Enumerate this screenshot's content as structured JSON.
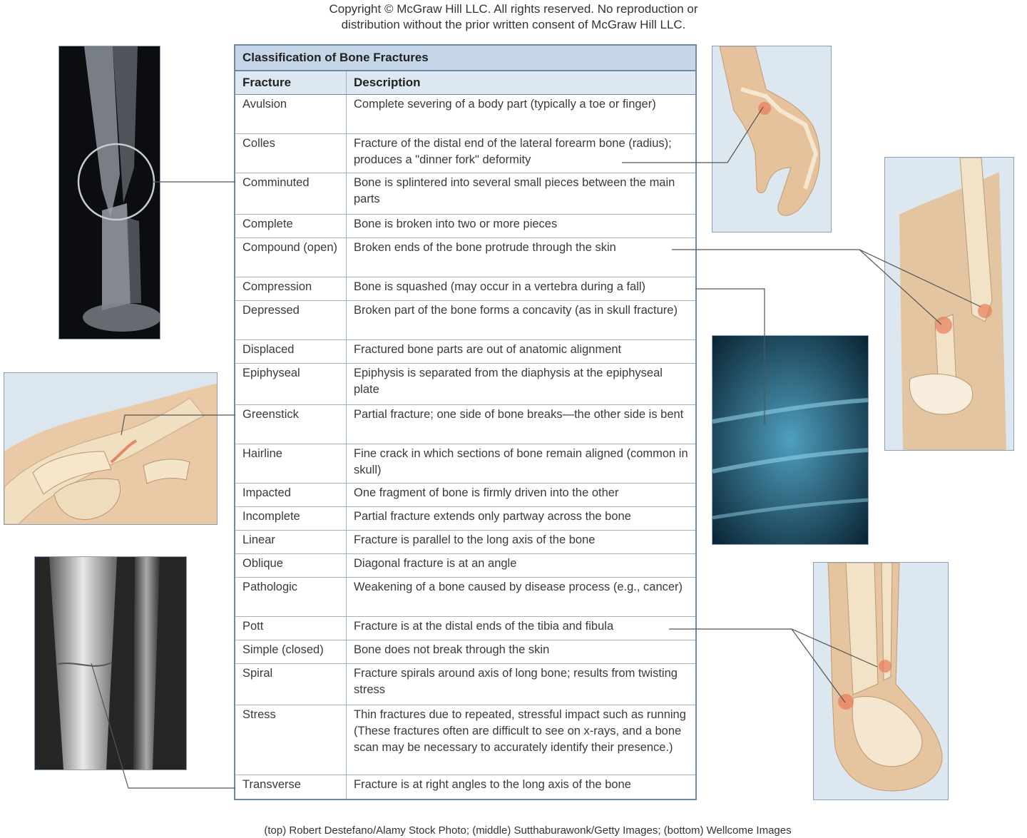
{
  "copyright": {
    "line1": "Copyright © McGraw Hill LLC. All rights reserved. No reproduction or",
    "line2": "distribution without the prior written consent of McGraw Hill LLC."
  },
  "table": {
    "title": "Classification of Bone Fractures",
    "col_fracture": "Fracture",
    "col_description": "Description",
    "rows": [
      {
        "fracture": "Avulsion",
        "description": "Complete severing of a body part (typically a toe or finger)"
      },
      {
        "fracture": "Colles",
        "description": "Fracture of the distal end of the lateral forearm bone (radius); produces a \"dinner fork\" deformity"
      },
      {
        "fracture": "Comminuted",
        "description": "Bone is splintered into several small pieces between the main parts"
      },
      {
        "fracture": "Complete",
        "description": "Bone is broken into two or more pieces"
      },
      {
        "fracture": "Compound (open)",
        "description": "Broken ends of the bone protrude through the skin"
      },
      {
        "fracture": "Compression",
        "description": "Bone is squashed (may occur in a vertebra during a fall)"
      },
      {
        "fracture": "Depressed",
        "description": "Broken part of the bone forms a concavity (as in skull fracture)"
      },
      {
        "fracture": "Displaced",
        "description": "Fractured bone parts are out of anatomic alignment"
      },
      {
        "fracture": "Epiphyseal",
        "description": "Epiphysis is separated from the diaphysis at the epiphyseal plate"
      },
      {
        "fracture": "Greenstick",
        "description": "Partial fracture; one side of bone breaks—the other side is bent"
      },
      {
        "fracture": "Hairline",
        "description": "Fine crack in which sections of bone remain aligned (common in skull)"
      },
      {
        "fracture": "Impacted",
        "description": "One fragment of bone is firmly driven into the other"
      },
      {
        "fracture": "Incomplete",
        "description": "Partial fracture extends only partway across the bone"
      },
      {
        "fracture": "Linear",
        "description": "Fracture is parallel to the long axis of the bone"
      },
      {
        "fracture": "Oblique",
        "description": "Diagonal fracture is at an angle"
      },
      {
        "fracture": "Pathologic",
        "description": "Weakening of a bone caused by disease process (e.g., cancer)"
      },
      {
        "fracture": "Pott",
        "description": "Fracture is at the distal ends of the tibia and fibula"
      },
      {
        "fracture": "Simple (closed)",
        "description": "Bone does not break through the skin"
      },
      {
        "fracture": "Spiral",
        "description": "Fracture spirals around axis of long bone; results from twisting stress"
      },
      {
        "fracture": "Stress",
        "description": "Thin fractures due to repeated, stressful impact such as running (These fractures often are difficult to see on x-rays, and a bone scan may be necessary to accurately identify their presence.)"
      },
      {
        "fracture": "Transverse",
        "description": "Fracture is at right angles to the long axis of the bone"
      }
    ]
  },
  "credits": "(top) Robert Destefano/Alamy Stock Photo; (middle) Sutthaburawonk/Getty Images; (bottom) Wellcome Images"
}
